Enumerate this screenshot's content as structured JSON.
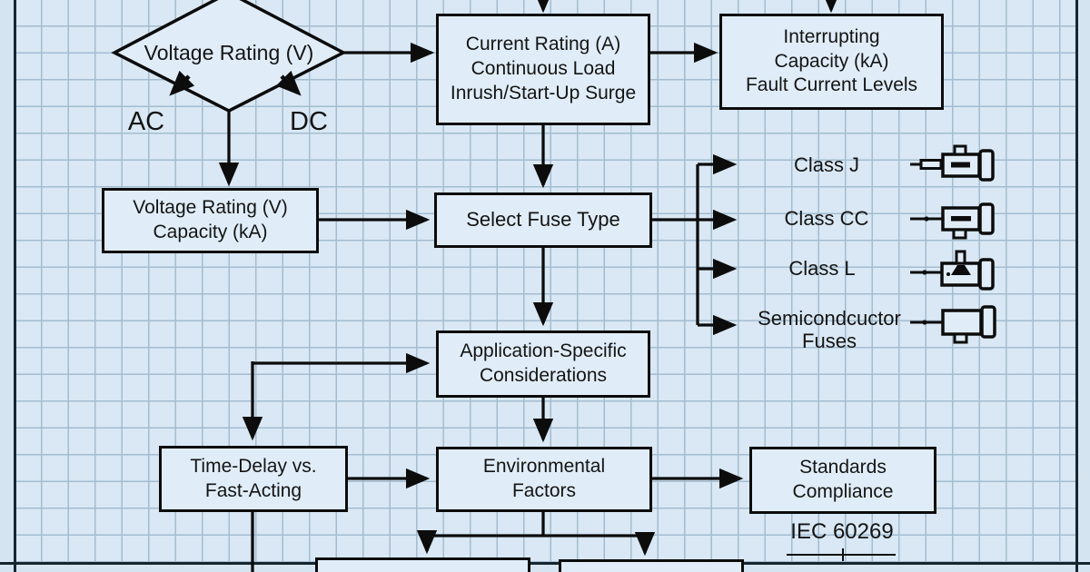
{
  "flowchart": {
    "diamond": {
      "label": "Voltage Rating (V)"
    },
    "branch_labels": {
      "ac": "AC",
      "dc": "DC"
    },
    "boxes": {
      "current_rating": {
        "lines": [
          "Current Rating (A)",
          "Continuous Load",
          "Inrush/Start-Up Surge"
        ]
      },
      "interrupting": {
        "lines": [
          "Interrupting",
          "Capacity (kA)",
          "Fault Current Levels"
        ]
      },
      "voltage_capacity": {
        "lines": [
          "Voltage Rating (V)",
          "Capacity (kA)"
        ]
      },
      "select_fuse": {
        "lines": [
          "Select Fuse Type"
        ]
      },
      "app_specific": {
        "lines": [
          "Application-Specific",
          "Considerations"
        ]
      },
      "time_delay": {
        "lines": [
          "Time-Delay vs.",
          "Fast-Acting"
        ]
      },
      "environmental": {
        "lines": [
          "Environmental",
          "Factors"
        ]
      },
      "standards": {
        "lines": [
          "Standards",
          "Compliance"
        ]
      }
    },
    "fuse_classes": [
      {
        "lines": [
          "Class J"
        ],
        "icon": "class-j-fuse-icon"
      },
      {
        "lines": [
          "Class CC"
        ],
        "icon": "class-cc-fuse-icon"
      },
      {
        "lines": [
          "Class L"
        ],
        "icon": "class-l-fuse-icon"
      },
      {
        "lines": [
          "Semicondcuctor",
          "Fuses"
        ],
        "icon": "semiconductor-fuse-icon"
      }
    ],
    "standard_note": "IEC 60269"
  },
  "colors": {
    "background": "#d9e8f4",
    "grid_line": "#a4bcd1",
    "box_fill": "#e0edf8",
    "line_color": "#0c0c0c",
    "frame_color": "#16262f"
  }
}
